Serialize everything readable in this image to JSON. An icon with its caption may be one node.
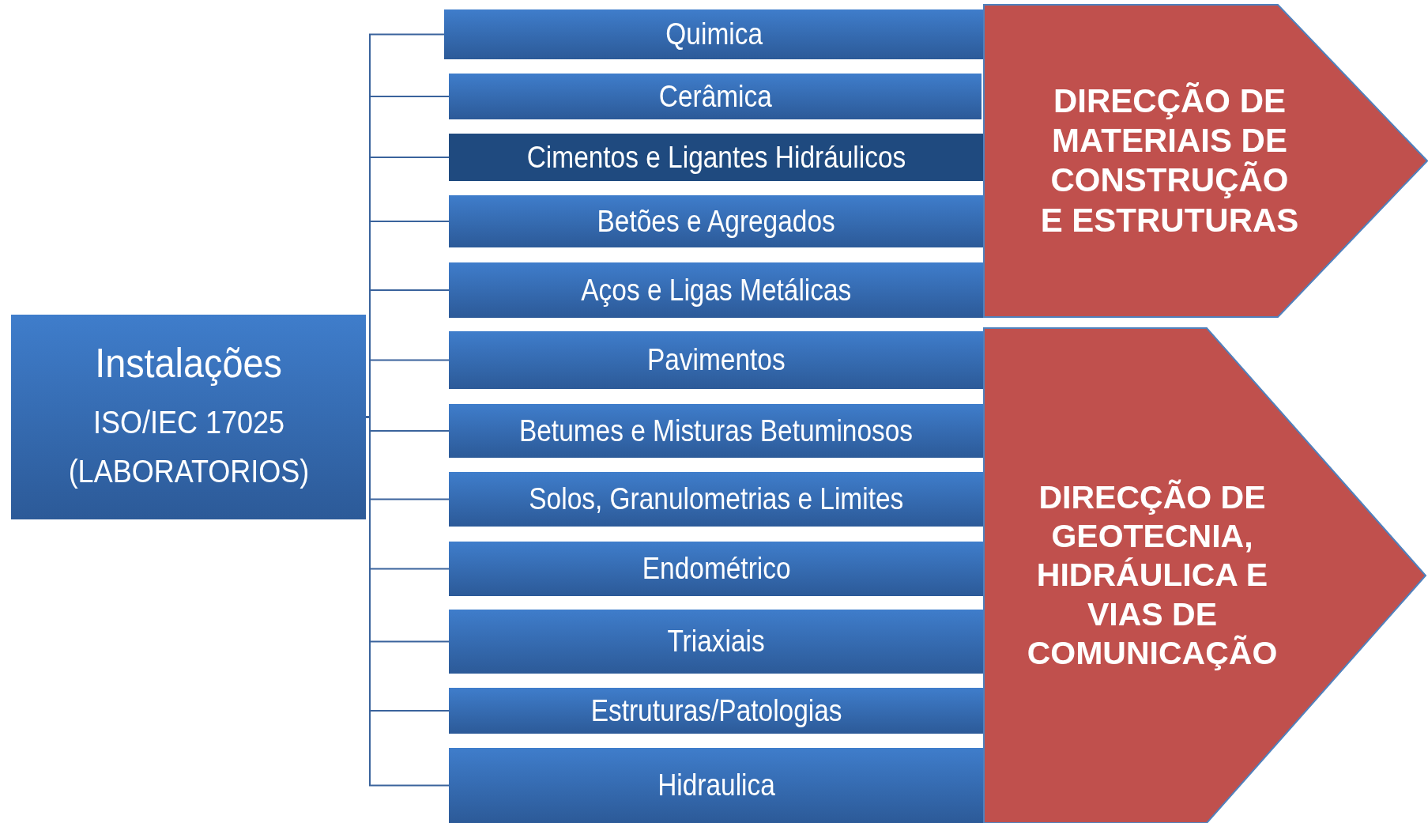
{
  "diagram": {
    "nodes": [
      {
        "text": [
          "Instalações",
          "ISO/IEC 17025 (LABORATORIOS)"
        ]
      },
      {
        "text": [
          "Quimica"
        ]
      },
      {
        "text": [
          "Cerâmica"
        ]
      },
      {
        "text": [
          "Cimentos e Ligantes Hidráulicos"
        ]
      },
      {
        "text": [
          "Betões e Agregados"
        ]
      },
      {
        "text": [
          "Aços e Ligas Metálicas"
        ]
      },
      {
        "text": [
          "Pavimentos"
        ]
      },
      {
        "text": [
          "Betumes e Misturas Betuminosos"
        ]
      },
      {
        "text": [
          "Solos, Granulometrias e Limites"
        ]
      },
      {
        "text": [
          "Endométrico"
        ]
      },
      {
        "text": [
          "Triaxiais"
        ]
      },
      {
        "text": [
          "Estruturas/Patologias"
        ]
      },
      {
        "text": [
          "Hidraulica"
        ]
      },
      {
        "text": [
          "DIRECÇÃO DE MATERIAIS DE CONSTRUÇÃO E ESTRUTURAS"
        ]
      },
      {
        "text": [
          "DIRECÇÃO DE GEOTECNIA, HIDRÁULICA E VIAS DE COMUNICAÇÃO"
        ]
      }
    ],
    "edges": [
      {
        "from": 0,
        "to": 1,
        "arrow": "none"
      },
      {
        "from": 0,
        "to": 2,
        "arrow": "none"
      },
      {
        "from": 0,
        "to": 3,
        "arrow": "none"
      },
      {
        "from": 0,
        "to": 4,
        "arrow": "none"
      },
      {
        "from": 0,
        "to": 5,
        "arrow": "none"
      },
      {
        "from": 0,
        "to": 6,
        "arrow": "none"
      },
      {
        "from": 0,
        "to": 7,
        "arrow": "none"
      },
      {
        "from": 0,
        "to": 8,
        "arrow": "none"
      },
      {
        "from": 0,
        "to": 9,
        "arrow": "none"
      },
      {
        "from": 0,
        "to": 10,
        "arrow": "none"
      },
      {
        "from": 0,
        "to": 11,
        "arrow": "none"
      },
      {
        "from": 0,
        "to": 12,
        "arrow": "none"
      }
    ]
  }
}
